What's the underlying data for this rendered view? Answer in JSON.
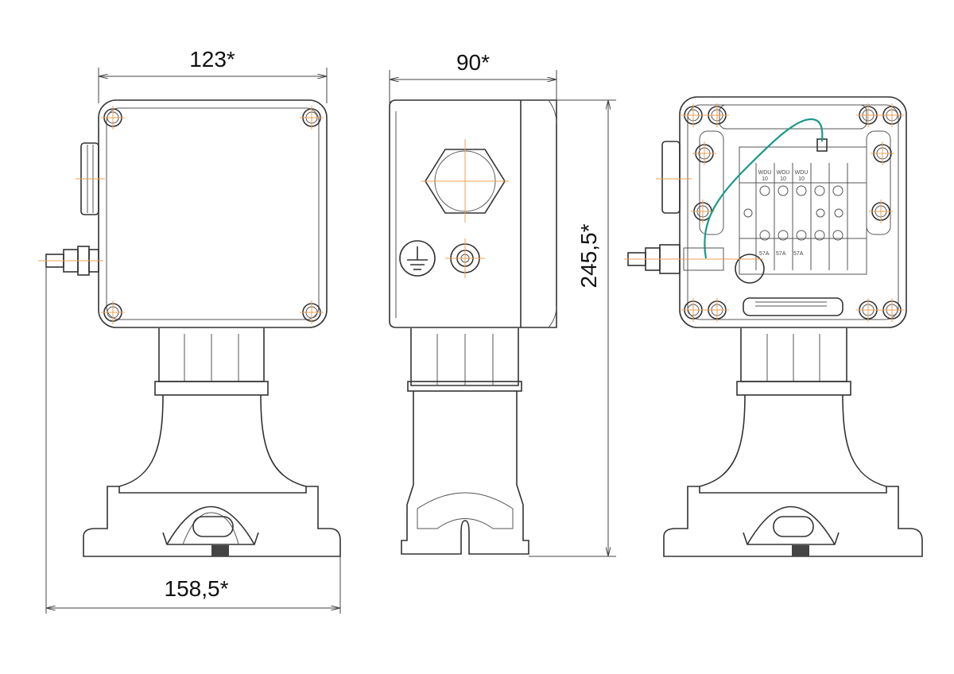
{
  "title": "Enclosure dimensional drawing",
  "dimensions": {
    "width_front": "123*",
    "depth_side": "90*",
    "height_total": "245,5*",
    "base_width": "158,5*"
  },
  "terminals": {
    "top_labels": [
      "WDU\n10",
      "WDU\n10",
      "WDU\n10"
    ],
    "top_line1": "WDU",
    "top_line2": "10",
    "bottom_labels": [
      "57A",
      "57A",
      "57A"
    ]
  },
  "colors": {
    "outline": "#333333",
    "centerline": "#f0a050",
    "ground_wire": "#1a9a8a"
  }
}
